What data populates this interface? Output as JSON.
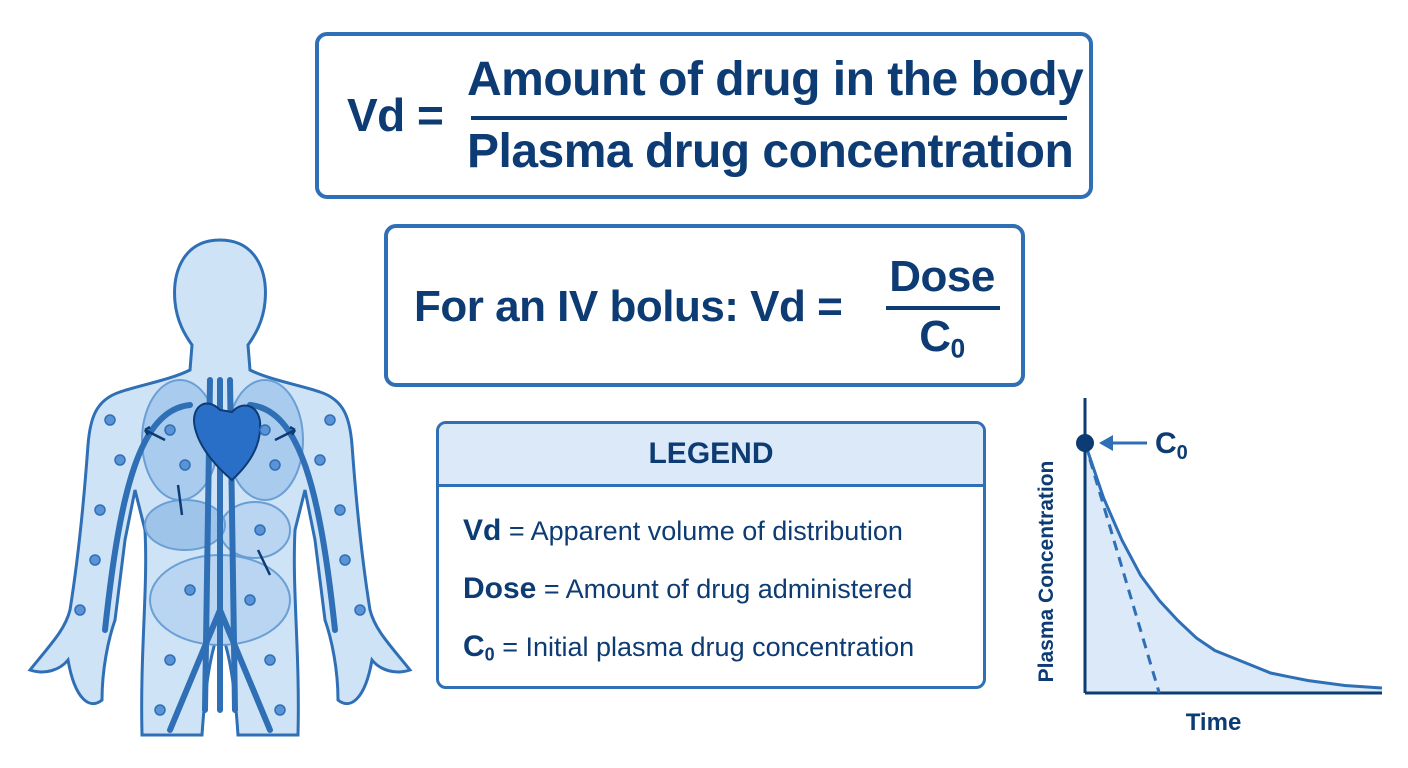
{
  "formula_main": {
    "lhs": "Vd =",
    "numerator": "Amount of drug in the body",
    "denominator": "Plasma drug concentration"
  },
  "formula_iv": {
    "lhs": "For an IV bolus: Vd =",
    "numerator": "Dose",
    "denominator_base": "C",
    "denominator_sub": "0"
  },
  "legend": {
    "title": "LEGEND",
    "items": [
      {
        "term": "Vd",
        "term_sub": "",
        "definition": "= Apparent volume of distribution"
      },
      {
        "term": "Dose",
        "term_sub": "",
        "definition": "= Amount of drug administered"
      },
      {
        "term": "C",
        "term_sub": "0",
        "definition": "= Initial plasma drug concentration"
      }
    ]
  },
  "chart_data": {
    "type": "line",
    "title": "",
    "xlabel": "Time",
    "ylabel": "Plasma Concentration",
    "annotation_base": "C",
    "annotation_sub": "0",
    "x": [
      0,
      0.5,
      1,
      1.5,
      2,
      2.5,
      3,
      3.5,
      4,
      4.5,
      5,
      5.5,
      6,
      6.5,
      7,
      7.5,
      8
    ],
    "series": [
      {
        "values": [
          1.0,
          0.78,
          0.61,
          0.47,
          0.37,
          0.29,
          0.22,
          0.17,
          0.14,
          0.11,
          0.08,
          0.065,
          0.05,
          0.04,
          0.03,
          0.025,
          0.02
        ]
      }
    ],
    "extrapolation_line": {
      "x": [
        0,
        2
      ],
      "y": [
        1.0,
        0.0
      ]
    },
    "xlim": [
      0,
      8
    ],
    "ylim": [
      0,
      1.2
    ],
    "grid": false
  },
  "colors": {
    "primary": "#0d3b73",
    "accent": "#2f6fb5",
    "fill": "#dbe9f8",
    "body": "#cfe3f7"
  }
}
